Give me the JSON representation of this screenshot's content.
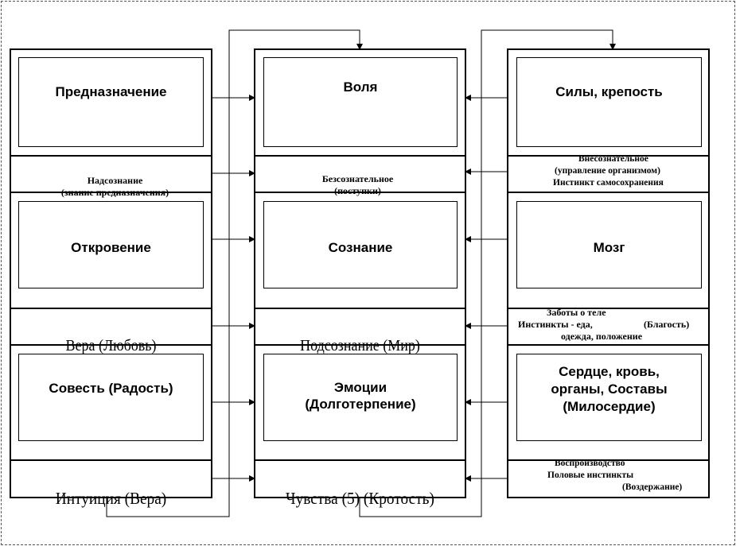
{
  "left": {
    "box1": "Предназначение",
    "cap1": "Надсознание\n(знание предназначения)",
    "box2": "Откровение",
    "cap2": "Вера   (Любовь)",
    "box3": "Совесть (Радость)",
    "cap3": "Интуиция   (Вера)"
  },
  "center": {
    "box1": "Воля",
    "cap1": "Безсознательное\n(поступки)",
    "box2": "Сознание",
    "cap2": "Подсознание   (Мир)",
    "box3": "Эмоции\n(Долготерпение)",
    "cap3": "Чувства (5)   (Кротость)"
  },
  "right": {
    "box1": "Силы, крепость",
    "cap1_line1": "Внесознательное",
    "cap1_line2": "(управление организмом)",
    "cap1_line3": "Инстинкт самосохранения",
    "box2": "Мозг",
    "cap2_line1": "Заботы о теле",
    "cap2_line2": "Инстинкты - еда,",
    "cap2_line2b": "(Благость)",
    "cap2_line3": "одежда, положение",
    "box3": "Сердце, кровь,\nорганы, Составы\n(Милосердие)",
    "cap3_line1": "Воспроизводство",
    "cap3_line2": "Половые инстинкты",
    "cap3_line3": "(Воздержание)"
  }
}
